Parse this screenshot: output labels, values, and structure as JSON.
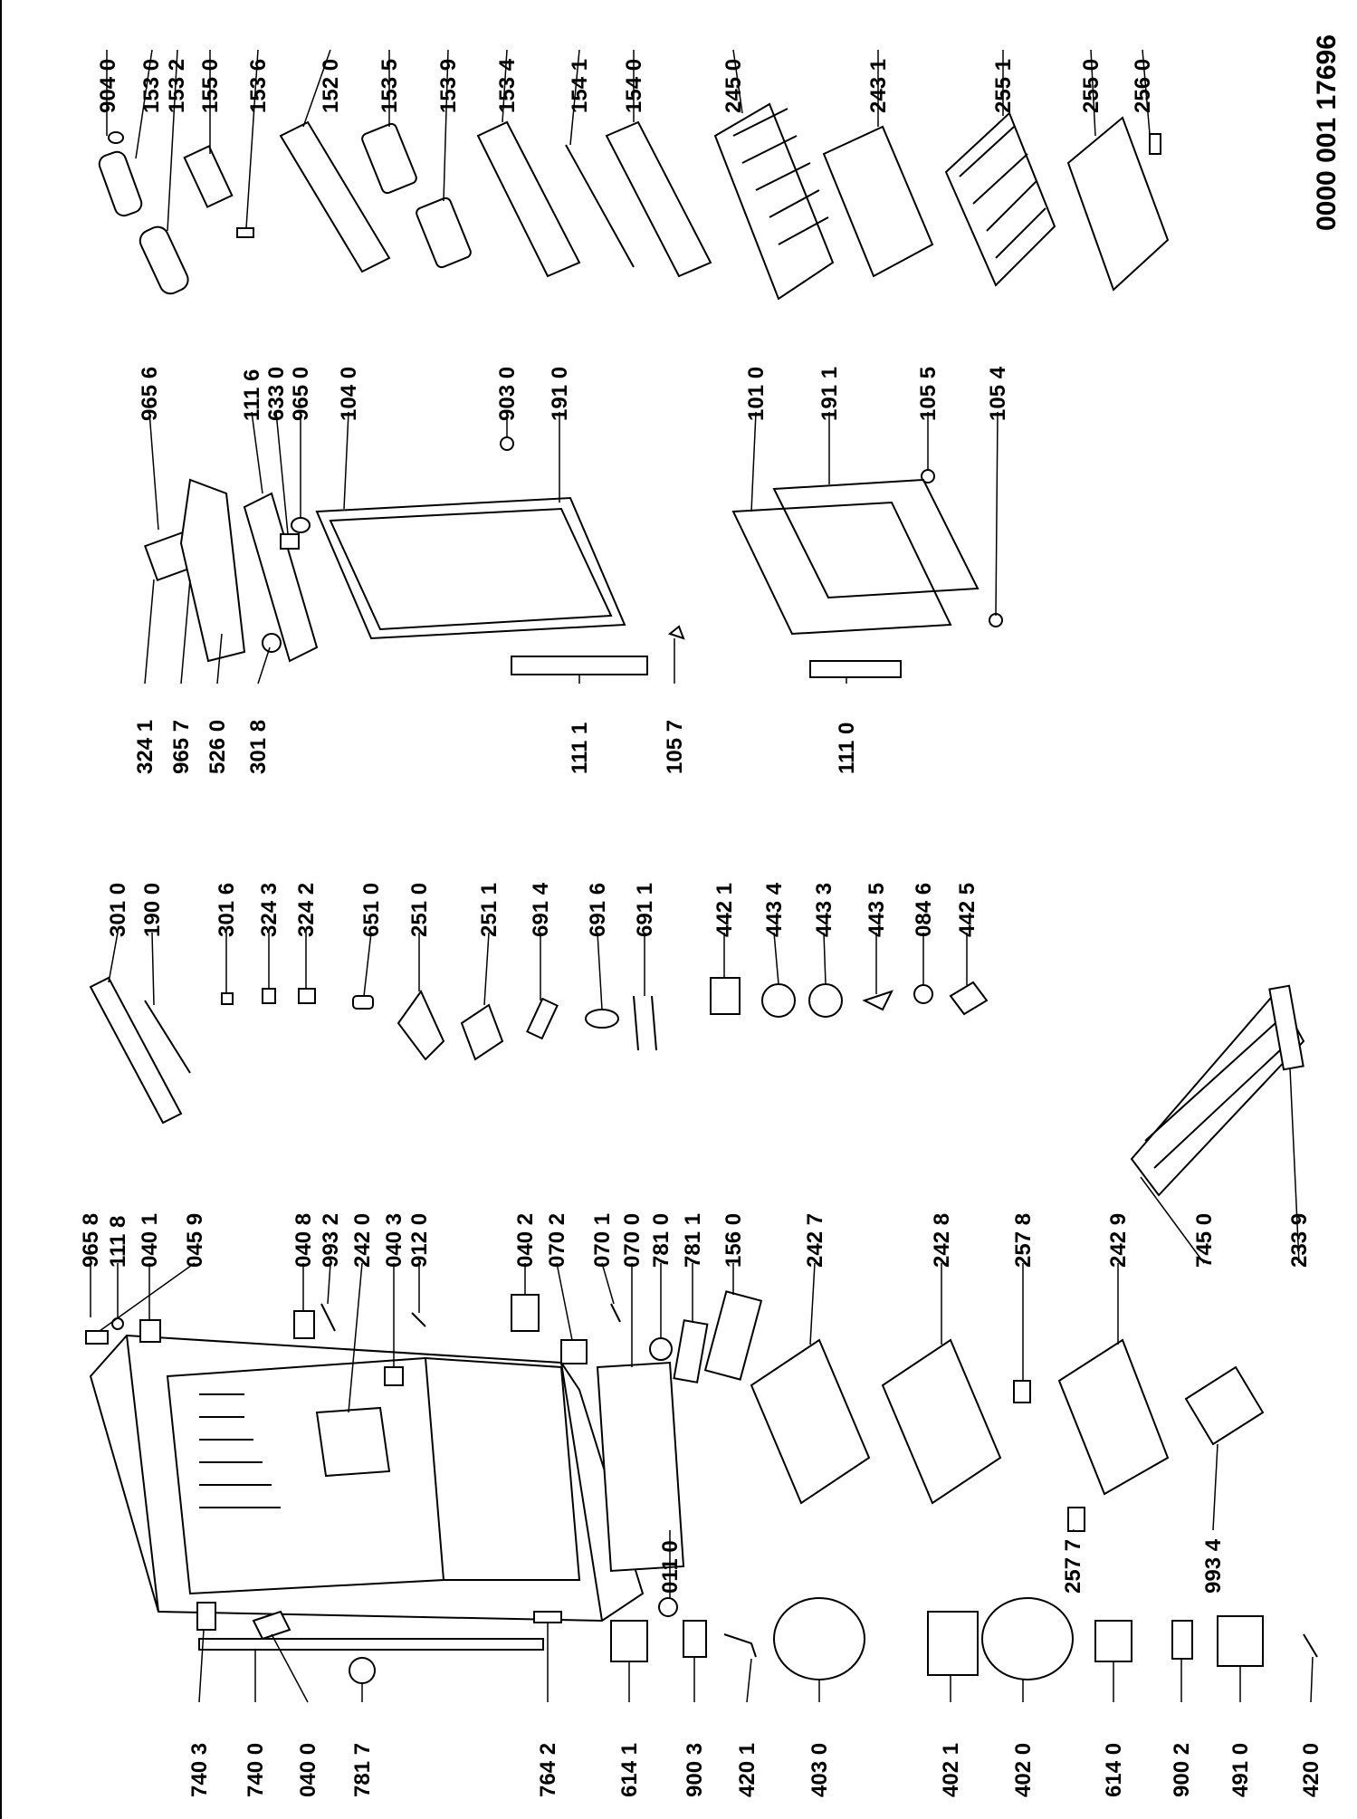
{
  "document_code": "0000 001 17696",
  "labels": [
    {
      "id": "l9040",
      "text": "904 0"
    },
    {
      "id": "l1530",
      "text": "153 0"
    },
    {
      "id": "l1532",
      "text": "153 2"
    },
    {
      "id": "l1550",
      "text": "155 0"
    },
    {
      "id": "l1536",
      "text": "153 6"
    },
    {
      "id": "l1520",
      "text": "152 0"
    },
    {
      "id": "l1535",
      "text": "153 5"
    },
    {
      "id": "l1539",
      "text": "153 9"
    },
    {
      "id": "l1534",
      "text": "153 4"
    },
    {
      "id": "l1541",
      "text": "154 1"
    },
    {
      "id": "l1540",
      "text": "154 0"
    },
    {
      "id": "l2450",
      "text": "245 0"
    },
    {
      "id": "l2431",
      "text": "243 1"
    },
    {
      "id": "l2551",
      "text": "255 1"
    },
    {
      "id": "l2550",
      "text": "255 0"
    },
    {
      "id": "l2560",
      "text": "256 0"
    },
    {
      "id": "l9656",
      "text": "965 6"
    },
    {
      "id": "l1116",
      "text": "111 6"
    },
    {
      "id": "l6330",
      "text": "633 0"
    },
    {
      "id": "l9650",
      "text": "965 0"
    },
    {
      "id": "l1040",
      "text": "104 0"
    },
    {
      "id": "l9030",
      "text": "903 0"
    },
    {
      "id": "l1910",
      "text": "191 0"
    },
    {
      "id": "l1010",
      "text": "101 0"
    },
    {
      "id": "l1911",
      "text": "191 1"
    },
    {
      "id": "l1055",
      "text": "105 5"
    },
    {
      "id": "l1054",
      "text": "105 4"
    },
    {
      "id": "l3241",
      "text": "324 1"
    },
    {
      "id": "l9657",
      "text": "965 7"
    },
    {
      "id": "l5260",
      "text": "526 0"
    },
    {
      "id": "l3018",
      "text": "301 8"
    },
    {
      "id": "l1111",
      "text": "111 1"
    },
    {
      "id": "l1057",
      "text": "105 7"
    },
    {
      "id": "l1110",
      "text": "111 0"
    },
    {
      "id": "l3010",
      "text": "301 0"
    },
    {
      "id": "l1900",
      "text": "190 0"
    },
    {
      "id": "l3016",
      "text": "301 6"
    },
    {
      "id": "l3243",
      "text": "324 3"
    },
    {
      "id": "l3242",
      "text": "324 2"
    },
    {
      "id": "l6510",
      "text": "651 0"
    },
    {
      "id": "l2510",
      "text": "251 0"
    },
    {
      "id": "l2511",
      "text": "251 1"
    },
    {
      "id": "l6914",
      "text": "691 4"
    },
    {
      "id": "l6916",
      "text": "691 6"
    },
    {
      "id": "l6911",
      "text": "691 1"
    },
    {
      "id": "l4421",
      "text": "442 1"
    },
    {
      "id": "l4434",
      "text": "443 4"
    },
    {
      "id": "l4433",
      "text": "443 3"
    },
    {
      "id": "l4435",
      "text": "443 5"
    },
    {
      "id": "l0846",
      "text": "084 6"
    },
    {
      "id": "l4425",
      "text": "442 5"
    },
    {
      "id": "l9658",
      "text": "965 8"
    },
    {
      "id": "l1118",
      "text": "111 8"
    },
    {
      "id": "l0401",
      "text": "040 1"
    },
    {
      "id": "l0459",
      "text": "045 9"
    },
    {
      "id": "l0408",
      "text": "040 8"
    },
    {
      "id": "l9932",
      "text": "993 2"
    },
    {
      "id": "l2420",
      "text": "242 0"
    },
    {
      "id": "l0403",
      "text": "040 3"
    },
    {
      "id": "l9120",
      "text": "912 0"
    },
    {
      "id": "l0402",
      "text": "040 2"
    },
    {
      "id": "l0702",
      "text": "070 2"
    },
    {
      "id": "l0701",
      "text": "070 1"
    },
    {
      "id": "l0700",
      "text": "070 0"
    },
    {
      "id": "l7810",
      "text": "781 0"
    },
    {
      "id": "l7811",
      "text": "781 1"
    },
    {
      "id": "l1560",
      "text": "156 0"
    },
    {
      "id": "l2427",
      "text": "242 7"
    },
    {
      "id": "l2428",
      "text": "242 8"
    },
    {
      "id": "l2578",
      "text": "257 8"
    },
    {
      "id": "l2429",
      "text": "242 9"
    },
    {
      "id": "l7450",
      "text": "745 0"
    },
    {
      "id": "l2339",
      "text": "233 9"
    },
    {
      "id": "l0110",
      "text": "011 0"
    },
    {
      "id": "l2577",
      "text": "257 7"
    },
    {
      "id": "l9934",
      "text": "993 4"
    },
    {
      "id": "l7403",
      "text": "740 3"
    },
    {
      "id": "l7400",
      "text": "740 0"
    },
    {
      "id": "l0400",
      "text": "040 0"
    },
    {
      "id": "l7817",
      "text": "781 7"
    },
    {
      "id": "l7642",
      "text": "764 2"
    },
    {
      "id": "l6141",
      "text": "614 1"
    },
    {
      "id": "l9003",
      "text": "900 3"
    },
    {
      "id": "l4201",
      "text": "420 1"
    },
    {
      "id": "l4030",
      "text": "403 0"
    },
    {
      "id": "l4021",
      "text": "402 1"
    },
    {
      "id": "l4020",
      "text": "402 0"
    },
    {
      "id": "l6140",
      "text": "614 0"
    },
    {
      "id": "l9002",
      "text": "900 2"
    },
    {
      "id": "l4910",
      "text": "491 0"
    },
    {
      "id": "l4200",
      "text": "420 0"
    }
  ]
}
